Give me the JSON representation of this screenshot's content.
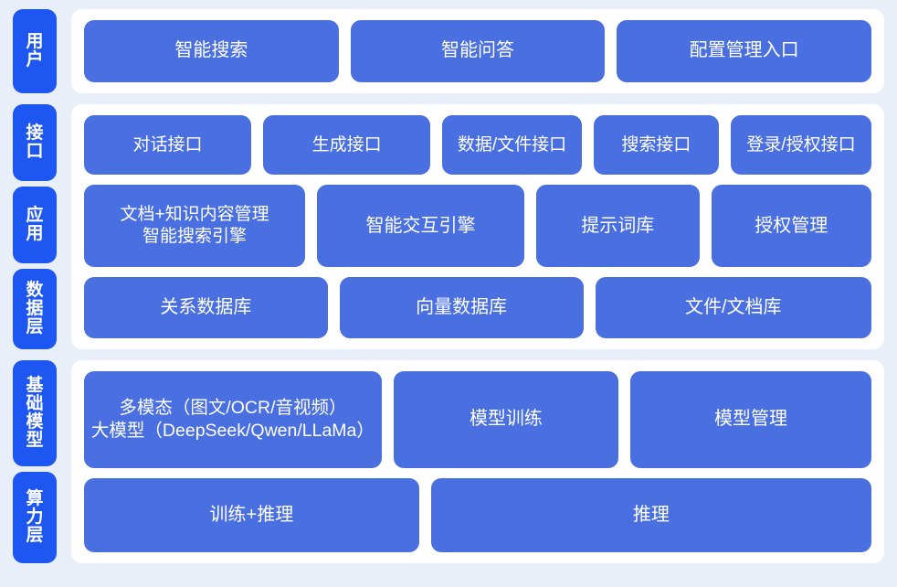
{
  "colors": {
    "page_background": "#e9eff8",
    "panel_background": "#ffffff",
    "tag_blue": "#1d56f0",
    "box_blue": "#4a6fe0",
    "text_white": "#ffffff"
  },
  "sections": [
    {
      "id": "user",
      "tags": [
        {
          "label": "用户"
        }
      ],
      "rows": [
        {
          "id": "user-row",
          "boxes": [
            {
              "label": "智能搜索"
            },
            {
              "label": "智能问答"
            },
            {
              "label": "配置管理入口"
            }
          ]
        }
      ]
    },
    {
      "id": "middle",
      "tags": [
        {
          "label": "接口"
        },
        {
          "label": "应用"
        },
        {
          "label": "数据层"
        }
      ],
      "rows": [
        {
          "id": "api-row",
          "boxes": [
            {
              "label": "对话接口"
            },
            {
              "label": "生成接口"
            },
            {
              "label": "数据/文件接口"
            },
            {
              "label": "搜索接口"
            },
            {
              "label": "登录/授权接口"
            }
          ]
        },
        {
          "id": "app-row",
          "boxes": [
            {
              "label": "文档+知识内容管理\n智能搜索引擎"
            },
            {
              "label": "智能交互引擎"
            },
            {
              "label": "提示词库"
            },
            {
              "label": "授权管理"
            }
          ]
        },
        {
          "id": "data-row",
          "boxes": [
            {
              "label": "关系数据库"
            },
            {
              "label": "向量数据库"
            },
            {
              "label": "文件/文档库"
            }
          ]
        }
      ]
    },
    {
      "id": "base",
      "tags": [
        {
          "label": "基础模型"
        },
        {
          "label": "算力层"
        }
      ],
      "rows": [
        {
          "id": "model-row",
          "boxes": [
            {
              "label": "多模态（图文/OCR/音视频）\n大模型（DeepSeek/Qwen/LLaMa）"
            },
            {
              "label": "模型训练"
            },
            {
              "label": "模型管理"
            }
          ]
        },
        {
          "id": "power-row",
          "boxes": [
            {
              "label": "训练+推理"
            },
            {
              "label": "推理"
            }
          ]
        }
      ]
    }
  ]
}
